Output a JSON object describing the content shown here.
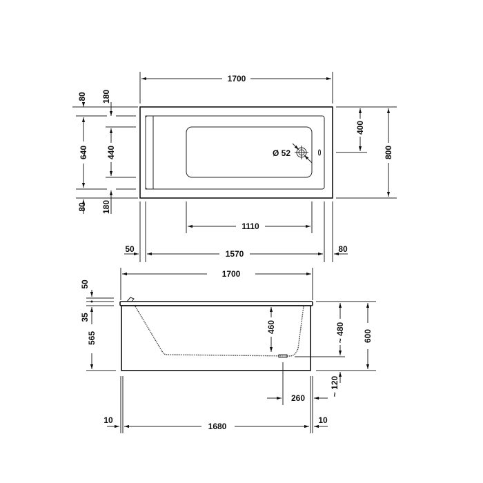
{
  "top_view": {
    "overall_length": "1700",
    "overall_width": "800",
    "left_top_offset_outer": "80",
    "left_top_offset_inner": "180",
    "left_bottom_offset_outer": "80",
    "left_bottom_offset_inner": "180",
    "inner_width": "640",
    "basin_width": "440",
    "drain_position": "400",
    "drain_diameter": "Ø 52",
    "basin_length": "1110",
    "inner_length": "1570",
    "left_rim": "50",
    "right_rim": "80"
  },
  "side_view": {
    "overall_length": "1700",
    "rim_thickness_top": "50",
    "rim_step": "35",
    "body_height": "565",
    "water_depth": "460",
    "depth_to_drain": "~ 480",
    "overall_height": "600",
    "drain_clearance": "~ 120",
    "drain_offset": "260",
    "panel_length": "1680",
    "left_gap": "10",
    "right_gap": "10"
  }
}
